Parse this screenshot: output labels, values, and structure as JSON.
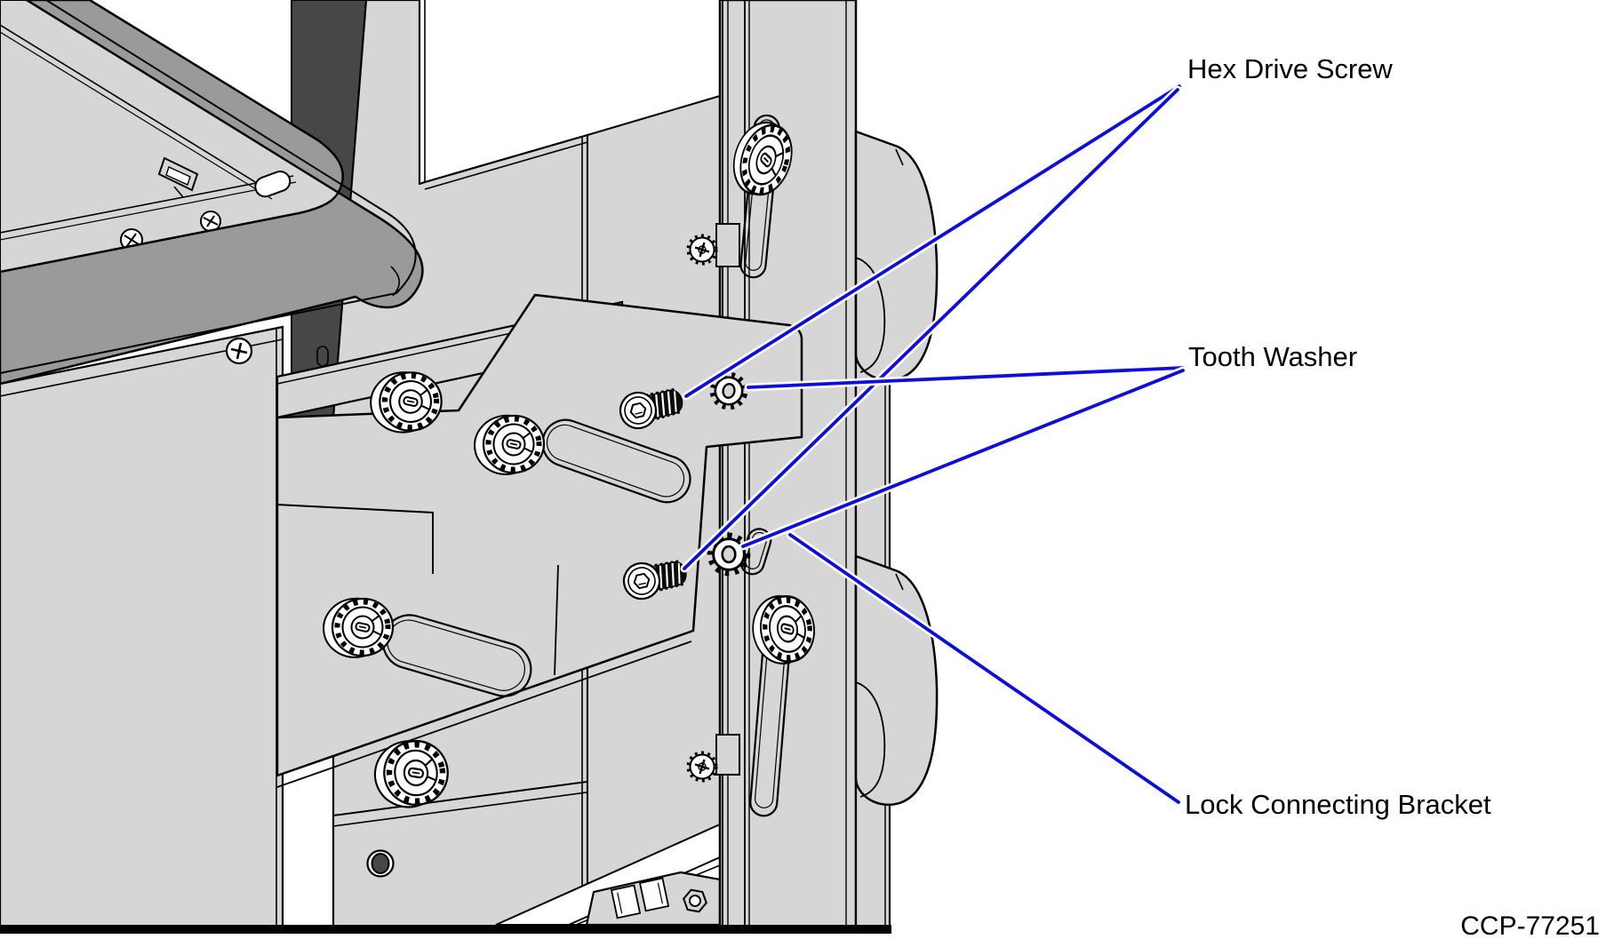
{
  "figure": {
    "type": "technical-illustration",
    "callouts": [
      {
        "id": "hex-drive-screw",
        "label": "Hex Drive Screw"
      },
      {
        "id": "tooth-washer",
        "label": "Tooth Washer"
      },
      {
        "id": "lock-connecting-bracket",
        "label": "Lock Connecting Bracket"
      }
    ],
    "figure_code": "CCP-77251",
    "colors": {
      "leader": "#0d0ddd",
      "panel": "#d6d6d6",
      "cover": "#9a9a9a",
      "dark": "#474747",
      "ink": "#000000",
      "bg": "#ffffff"
    }
  }
}
